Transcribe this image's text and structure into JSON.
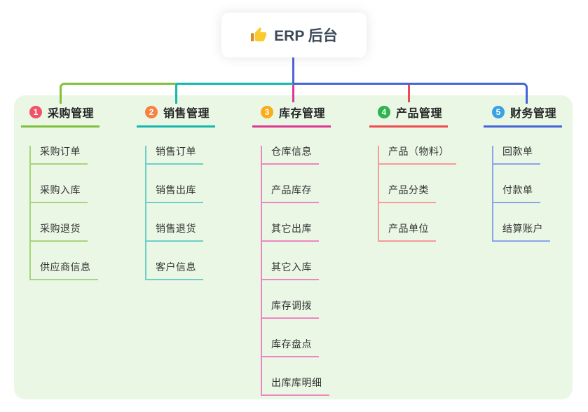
{
  "root": {
    "title": "ERP 后台",
    "icon": "thumbs-up-icon"
  },
  "colors": {
    "panel_bg": "#eaf7e5",
    "stem": "#5261d6",
    "root_text": "#3c4858",
    "heading_text": "#262626",
    "leaf_text": "#333333",
    "icon_hand": "#fbca2c",
    "icon_cuff": "#d98c21"
  },
  "branches": [
    {
      "num": "1",
      "title": "采购管理",
      "badge_color": "#f25268",
      "line_color": "#7fc13c",
      "child_line_color": "#a9d47d",
      "children": [
        "采购订单",
        "采购入库",
        "采购退货",
        "供应商信息"
      ]
    },
    {
      "num": "2",
      "title": "销售管理",
      "badge_color": "#f8813f",
      "line_color": "#14b8ad",
      "child_line_color": "#6fcfc6",
      "children": [
        "销售订单",
        "销售出库",
        "销售退货",
        "客户信息"
      ]
    },
    {
      "num": "3",
      "title": "库存管理",
      "badge_color": "#fbac1b",
      "line_color": "#dd3694",
      "child_line_color": "#ee86c2",
      "children": [
        "仓库信息",
        "产品库存",
        "其它出库",
        "其它入库",
        "库存调拨",
        "库存盘点",
        "出库库明细"
      ]
    },
    {
      "num": "4",
      "title": "产品管理",
      "badge_color": "#2eb34f",
      "line_color": "#f04a50",
      "child_line_color": "#f79a98",
      "children": [
        "产品（物料）",
        "产品分类",
        "产品单位"
      ]
    },
    {
      "num": "5",
      "title": "财务管理",
      "badge_color": "#3aa1e4",
      "line_color": "#4465d7",
      "child_line_color": "#8ba4e8",
      "children": [
        "回款单",
        "付款单",
        "结算账户"
      ]
    }
  ]
}
